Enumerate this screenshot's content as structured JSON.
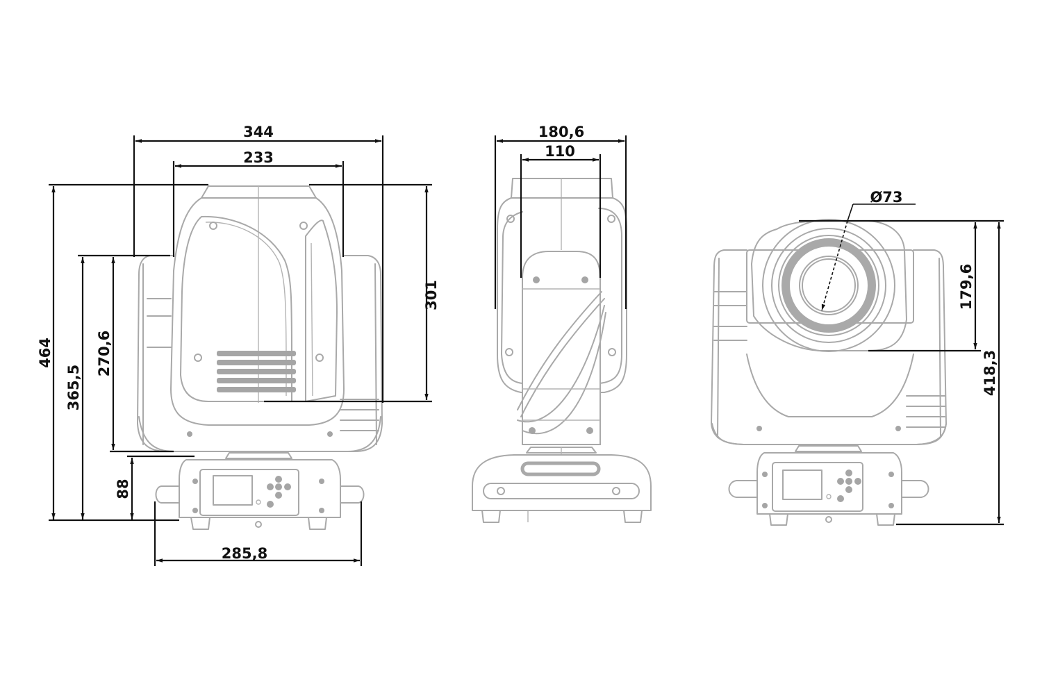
{
  "diagram": {
    "type": "technical-dimension-drawing",
    "subject": "moving head light fixture",
    "units_implied": "mm",
    "line_color": "#111111",
    "outline_color": "#a9a9a9",
    "background": "#ffffff"
  },
  "views": {
    "front": {
      "name": "Front view (rear panel with vent grille)",
      "dimensions": {
        "overall_width": "344",
        "head_width": "233",
        "overall_height": "464",
        "yoke_height": "365,5",
        "yoke_arm_height": "270,6",
        "base_height": "88",
        "head_height": "301",
        "base_width": "285,8"
      }
    },
    "side": {
      "name": "Side view",
      "dimensions": {
        "overall_depth": "180,6",
        "head_depth": "110"
      }
    },
    "lens": {
      "name": "Front view (lens side)",
      "dimensions": {
        "lens_diameter": "Ø73",
        "head_height": "179,6",
        "overall_height": "418,3"
      }
    }
  }
}
